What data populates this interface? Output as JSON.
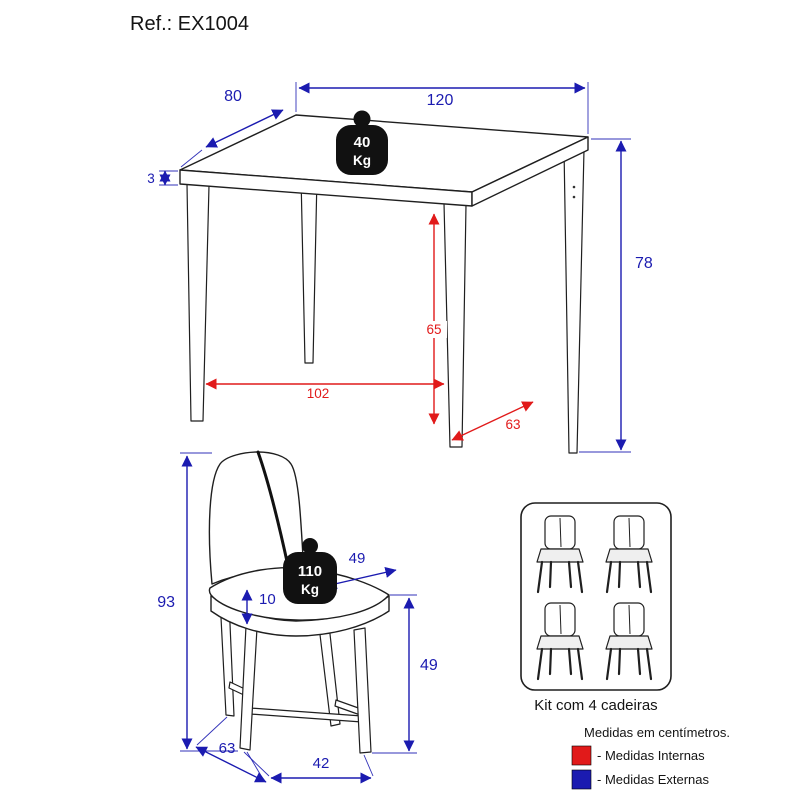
{
  "title": "Ref.: EX1004",
  "colors": {
    "internal_red": "#e11a1a",
    "external_blue": "#1b1bb0",
    "outline_black": "#1f1f1f",
    "badge_black": "#111111",
    "background": "#ffffff"
  },
  "table": {
    "weight_value": "40",
    "weight_unit": "Kg",
    "external_width": "120",
    "external_depth": "80",
    "top_thickness": "3",
    "external_height": "78",
    "internal_width": "102",
    "internal_height": "65",
    "internal_depth": "63"
  },
  "chair": {
    "weight_value": "110",
    "weight_unit": "Kg",
    "external_height": "93",
    "seat_depth": "49",
    "seat_thickness": "10",
    "seat_height": "49",
    "external_depth": "63",
    "external_width": "42"
  },
  "kit": {
    "label": "Kit com 4 cadeiras"
  },
  "legend": {
    "note": "Medidas em centímetros.",
    "internal": "- Medidas Internas",
    "external": "- Medidas Externas"
  }
}
